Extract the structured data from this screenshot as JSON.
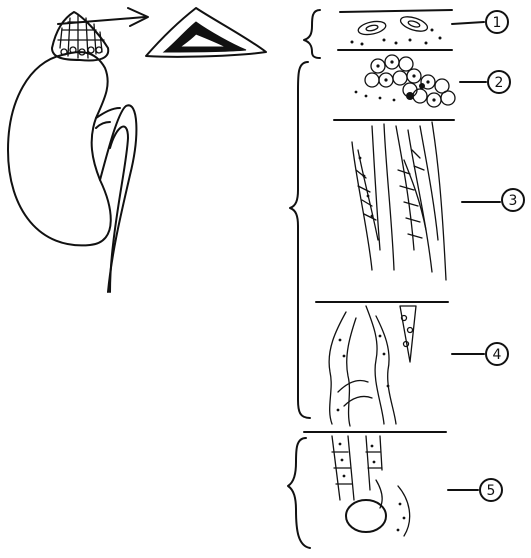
{
  "diagram": {
    "layer_labels": [
      {
        "id": "1",
        "text": "1"
      },
      {
        "id": "2",
        "text": "2"
      },
      {
        "id": "3",
        "text": "3"
      },
      {
        "id": "4",
        "text": "4"
      },
      {
        "id": "5",
        "text": "5"
      }
    ],
    "colors": {
      "ink": "#111111",
      "background": "#ffffff"
    }
  }
}
